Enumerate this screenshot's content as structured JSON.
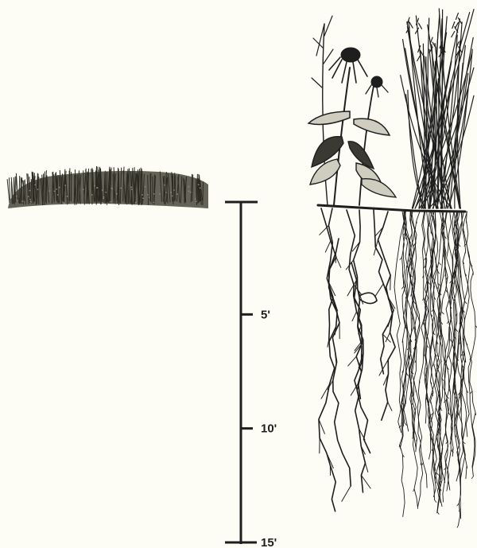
{
  "scale": {
    "unit": "ft",
    "ticks": [
      {
        "value": 5,
        "label": "5'"
      },
      {
        "value": 10,
        "label": "10'"
      },
      {
        "value": 15,
        "label": "15'"
      }
    ],
    "range": [
      0,
      15
    ]
  },
  "illustrations": {
    "left": "lawn-turf-shallow-roots",
    "right": "prairie-plants-deep-roots"
  },
  "colors": {
    "background": "#fdfcf5",
    "ink": "#1e1e1e",
    "grass": "#3b3a2e"
  }
}
